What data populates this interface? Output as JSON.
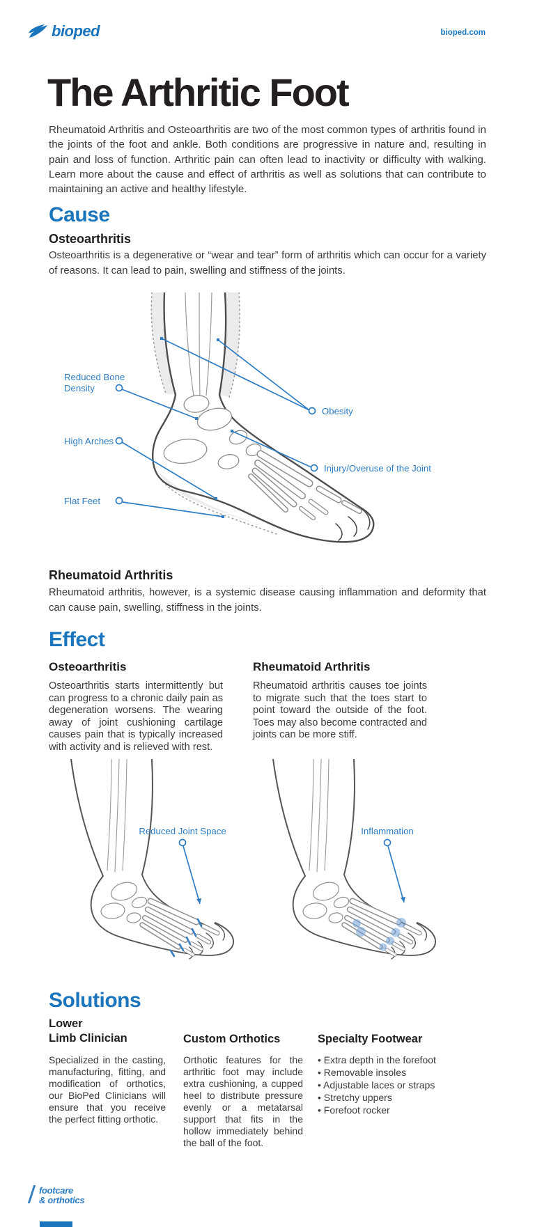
{
  "header": {
    "logo": "bioped",
    "url": "bioped.com"
  },
  "hero": {
    "title": "The Arthritic Foot",
    "intro": "Rheumatoid Arthritis and Osteoarthritis are two of the most common types of arthritis found in the joints of the foot and ankle. Both conditions are progressive in nature and, resulting in pain and loss of function. Arthritic pain can often lead to inactivity or difficulty with walking. Learn more about the cause and effect of arthritis as well as solutions that can contribute to maintaining an active and healthy lifestyle."
  },
  "cause": {
    "heading": "Cause",
    "osteo_title": "Osteoarthritis",
    "osteo_text": "Osteoarthritis is a degenerative or “wear and tear” form of arthritis which can occur for a variety of reasons. It can lead to pain, swelling and stiffness of the joints.",
    "labels": {
      "reduced_bone_density": "Reduced Bone Density",
      "high_arches": "High Arches",
      "flat_feet": "Flat Feet",
      "obesity": "Obesity",
      "injury": "Injury/Overuse of the Joint"
    },
    "ra_title": "Rheumatoid Arthritis",
    "ra_text": "Rheumatoid arthritis, however, is a systemic disease causing inflammation and deformity that can cause pain, swelling, stiffness in the joints."
  },
  "effect": {
    "heading": "Effect",
    "osteo_title": "Osteoarthritis",
    "osteo_text": "Osteoarthritis starts intermittently but can progress to a chronic daily pain as degeneration worsens. The wearing away of joint cushioning cartilage causes pain that is typically increased with activity and is relieved with rest.",
    "ra_title": "Rheumatoid Arthritis",
    "ra_text": "Rheumatoid arthritis causes toe joints to migrate such that the toes start to point toward the outside of the foot. Toes may also become contracted and joints can be more stiff.",
    "label_left": "Reduced Joint Space",
    "label_right": "Inflammation"
  },
  "solutions": {
    "heading": "Solutions",
    "col1_title": "Lower\nLimb Clinician",
    "col1_text": "Specialized in the casting, manufacturing, fitting, and modification of orthotics, our BioPed Clinicians will ensure that you receive the perfect fitting orthotic.",
    "col2_title": "Custom Orthotics",
    "col2_text": "Orthotic features for the arthritic foot may include extra cushioning, a cupped heel to distribute pressure evenly or a metatarsal support that fits in the hollow immediately behind the ball of the foot.",
    "col3_title": "Specialty Footwear",
    "col3_bullets": [
      "Extra depth in the forefoot",
      "Removable insoles",
      "Adjustable laces or straps",
      "Stretchy uppers",
      "Forefoot rocker"
    ]
  },
  "footer": {
    "logo_line1": "footcare",
    "logo_line2": "& orthotics"
  },
  "colors": {
    "brand_blue": "#1b75bc",
    "label_blue": "#2e7dc3",
    "body_text": "#3a3a3a"
  }
}
